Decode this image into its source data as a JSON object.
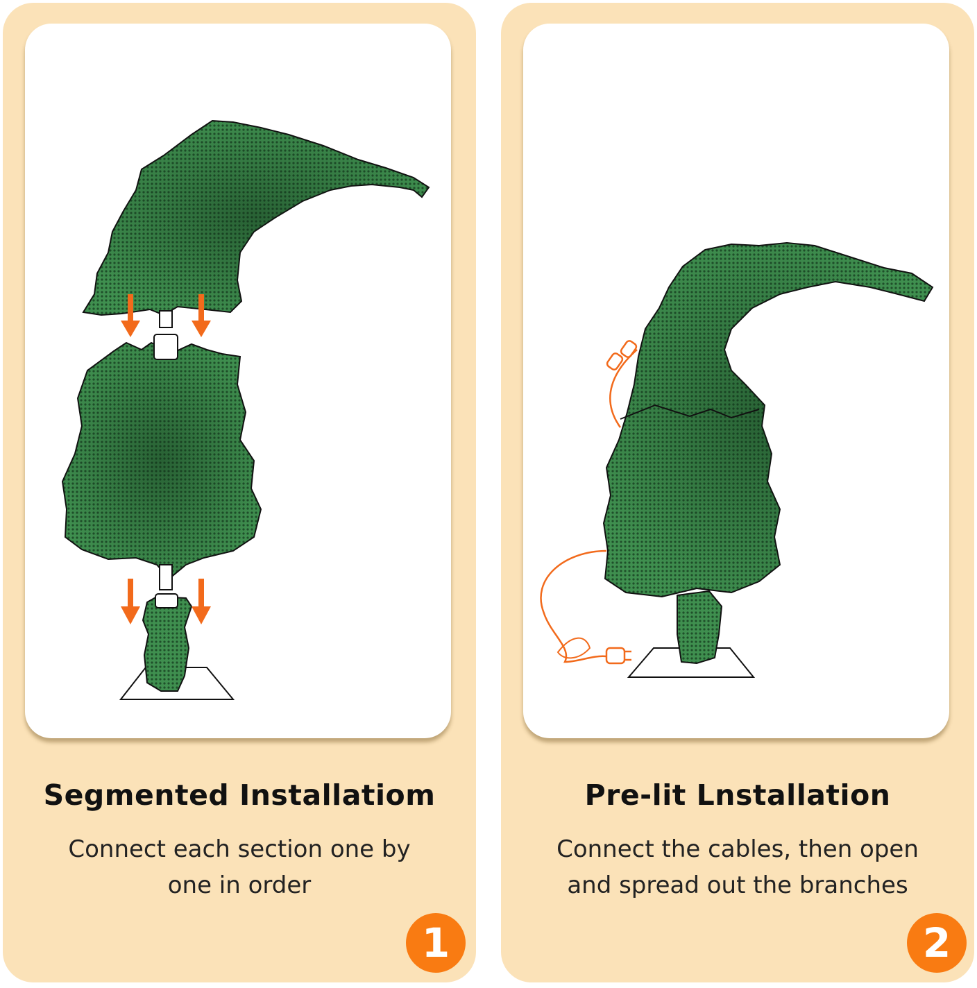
{
  "steps": [
    {
      "number": "1",
      "title": "Segmented Installatiom",
      "description": "Connect each section one by\none in order"
    },
    {
      "number": "2",
      "title": "Pre-lit Lnstallation",
      "description": "Connect the cables, then open\nand spread out  the branches"
    }
  ],
  "colors": {
    "panel_background": "#fbe2b8",
    "card_background": "#ffffff",
    "tree_green": "#3f8f4f",
    "tree_dark_green": "#1f4f2a",
    "arrow_orange": "#f26a1b",
    "badge_orange": "#f97b12"
  },
  "icons": [
    "tree-top-section",
    "tree-middle-section",
    "tree-base-section",
    "down-arrow-icon",
    "power-cord-icon",
    "plug-icon"
  ]
}
